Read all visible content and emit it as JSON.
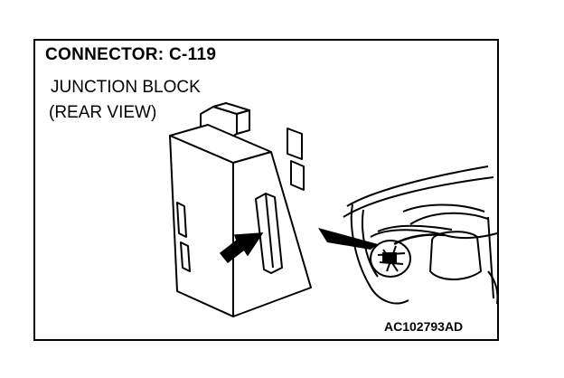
{
  "connector_title": "CONNECTOR: C-119",
  "description_line1": "JUNCTION BLOCK",
  "description_line2": "(REAR VIEW)",
  "figure_code": "AC102793AD",
  "icons": {
    "junction_block": "junction-block-icon",
    "pointer_arrow": "arrow-icon",
    "location_view": "dashboard-location-icon",
    "location_pointer": "location-pointer-icon"
  }
}
